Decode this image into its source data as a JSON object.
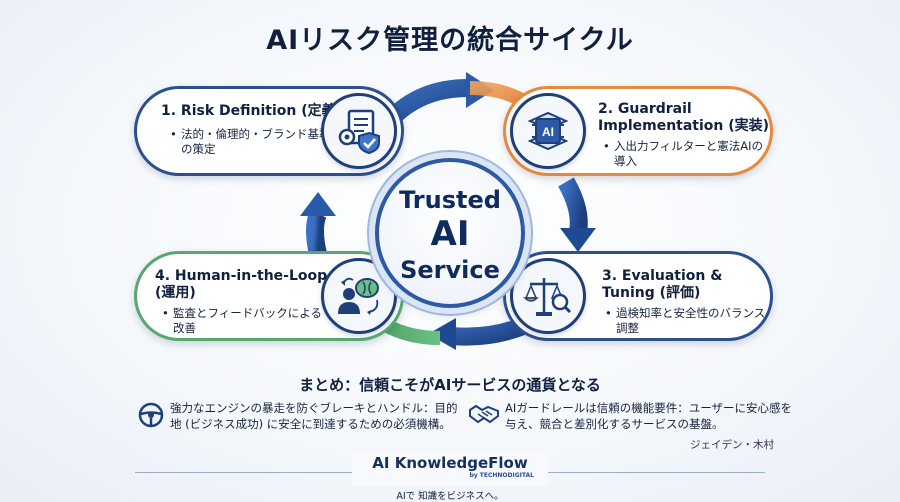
{
  "title": "AIリスク管理の統合サイクル",
  "center": {
    "line1": "Trusted",
    "line2": "AI",
    "line3": "Service"
  },
  "cards": [
    {
      "id": "risk-definition",
      "heading": "1. Risk Definition (定義)",
      "bullet": "法的・倫理的・ブランド基準の策定",
      "icon": "document-gear-shield-icon",
      "color": "#2d4f8e"
    },
    {
      "id": "guardrail-implementation",
      "heading1": "2. Guardrail",
      "heading2": "Implementation (実装)",
      "bullet": "入出力フィルターと憲法AIの導入",
      "icon": "ai-chip-layers-icon",
      "icon_label": "AI",
      "color": "#e58a3c"
    },
    {
      "id": "evaluation-tuning",
      "heading1": "3. Evaluation &",
      "heading2": "Tuning (評価)",
      "bullet": "過検知率と安全性のバランス調整",
      "icon": "balance-scale-magnifier-icon",
      "color": "#2d4f8e"
    },
    {
      "id": "human-in-the-loop",
      "heading1": "4. Human-in-the-Loop",
      "heading2": "(運用)",
      "bullet": "監査とフィードバックによる改善",
      "icon": "person-brain-cycle-icon",
      "color": "#55a96f"
    }
  ],
  "summary": {
    "title": "まとめ：信頼こそがAIサービスの通貨となる",
    "left": {
      "icon": "steering-wheel-icon",
      "text": "強力なエンジンの暴走を防ぐブレーキとハンドル：目的地 (ビジネス成功) に安全に到達するための必須機構。"
    },
    "right": {
      "icon": "handshake-icon",
      "text": "AIガードレールは信頼の機能要件：ユーザーに安心感を与え、競合と差別化するサービスの基盤。"
    },
    "author": "ジェイデン・木村"
  },
  "footer": {
    "brand": "AI KnowledgeFlow",
    "by": "by TECHNODIGITAL",
    "tagline": "AIで 知識をビジネスへ。"
  },
  "colors": {
    "navy": "#1f3f78",
    "orange": "#e58a3c",
    "green": "#55a96f",
    "blue": "#2e5aa4"
  }
}
